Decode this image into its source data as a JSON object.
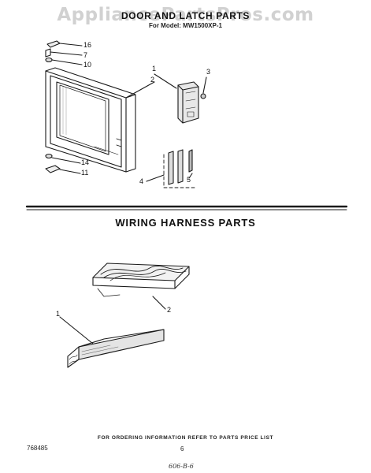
{
  "watermark": "AppliancePartsPros.com",
  "section1": {
    "title": "DOOR AND LATCH PARTS",
    "model": "For Model: MW1500XP-1",
    "callouts": [
      "16",
      "7",
      "10",
      "1",
      "2",
      "3",
      "14",
      "11",
      "4",
      "5"
    ]
  },
  "section2": {
    "title": "WIRING HARNESS PARTS",
    "callouts": [
      "2",
      "1"
    ]
  },
  "footer": {
    "ordering": "FOR ORDERING INFORMATION REFER TO PARTS PRICE LIST",
    "part_number": "768485",
    "page_number": "6",
    "handwritten": "606-B-6"
  }
}
